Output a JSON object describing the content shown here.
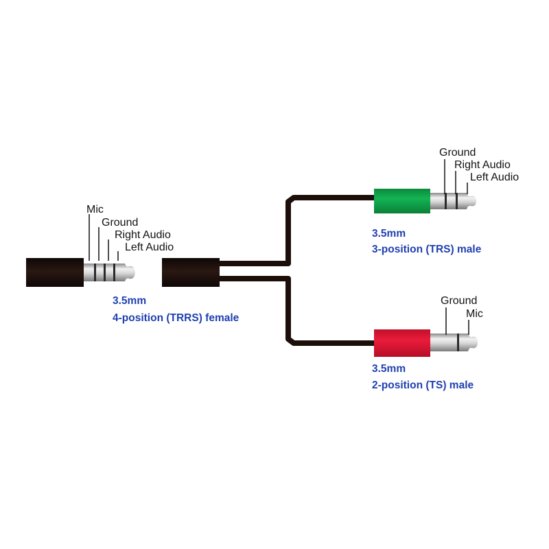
{
  "colors": {
    "cable": "#1c0f0a",
    "spec_text": "#1f3fb0",
    "trs_body": "#0fa34a",
    "ts_body": "#e01835",
    "metal": "#b8b8b8"
  },
  "trrs": {
    "labels": [
      "Mic",
      "Ground",
      "Right Audio",
      "Left Audio"
    ],
    "spec_line1": "3.5mm",
    "spec_line2": "4-position (TRRS) female"
  },
  "trs": {
    "labels": [
      "Ground",
      "Right Audio",
      "Left Audio"
    ],
    "spec_line1": "3.5mm",
    "spec_line2": "3-position (TRS)  male"
  },
  "ts": {
    "labels": [
      "Ground",
      "Mic"
    ],
    "spec_line1": "3.5mm",
    "spec_line2": "2-position (TS)  male"
  }
}
